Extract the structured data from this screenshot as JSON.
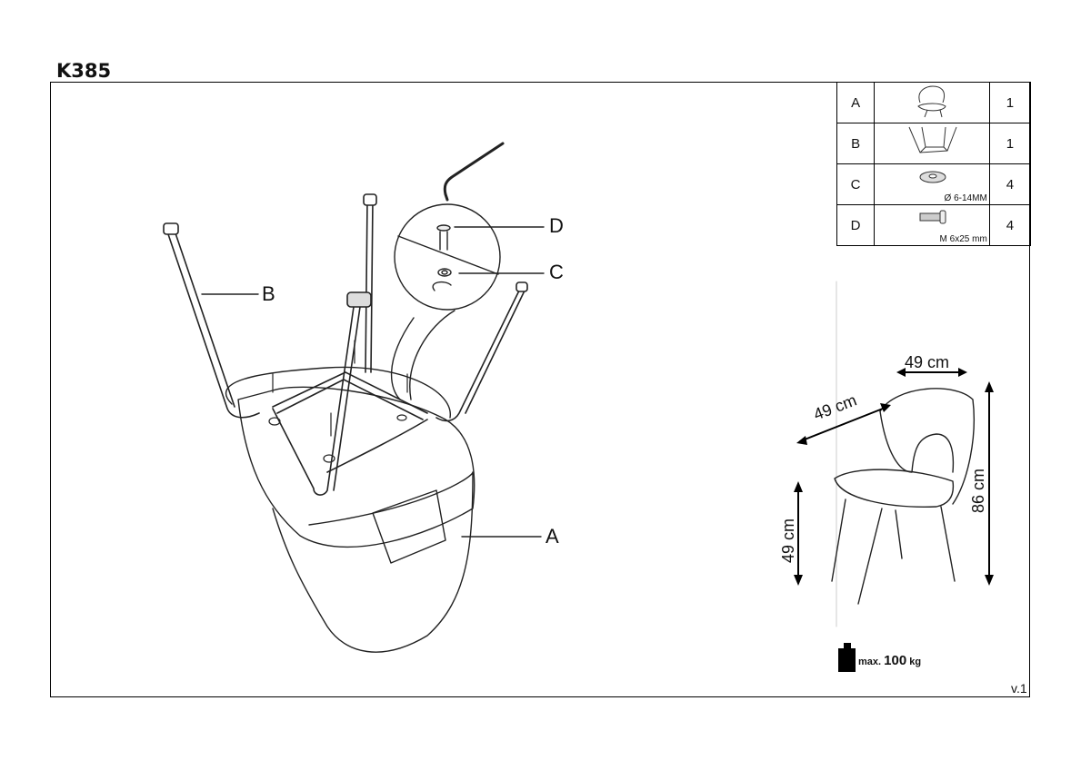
{
  "model": "K385",
  "version": "v.1",
  "callouts": {
    "a": "A",
    "b": "B",
    "c": "C",
    "d": "D"
  },
  "parts": [
    {
      "letter": "A",
      "icon": "chair-seat-icon",
      "note": "",
      "qty": "1"
    },
    {
      "letter": "B",
      "icon": "chair-legs-frame-icon",
      "note": "",
      "qty": "1"
    },
    {
      "letter": "C",
      "icon": "washer-icon",
      "note": "Ø  6-14MM",
      "qty": "4"
    },
    {
      "letter": "D",
      "icon": "bolt-icon",
      "note": "M 6x25 mm",
      "qty": "4"
    }
  ],
  "dimensions": {
    "width": "49 cm",
    "depth": "49 cm",
    "height": "86 cm",
    "seat_height": "49 cm"
  },
  "max_load": {
    "prefix": "max.",
    "value": "100",
    "unit": "kg"
  }
}
